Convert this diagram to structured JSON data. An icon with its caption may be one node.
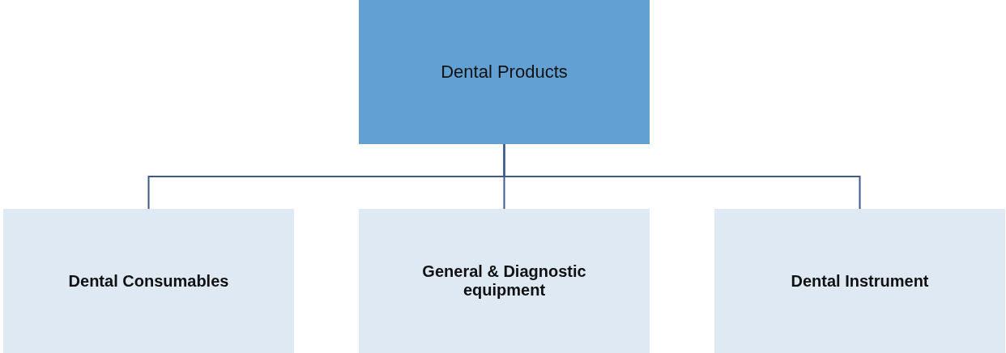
{
  "diagram": {
    "nodes": [
      {
        "text": [
          "Dental Products"
        ]
      },
      {
        "text": [
          "Dental Consumables"
        ]
      },
      {
        "text": [
          "General & Diagnostic equipment"
        ]
      },
      {
        "text": [
          "Dental Instrument"
        ]
      }
    ],
    "edges": [
      {
        "from": 0,
        "to": 1,
        "arrow": "none"
      },
      {
        "from": 0,
        "to": 2,
        "arrow": "none"
      },
      {
        "from": 0,
        "to": 3,
        "arrow": "none"
      }
    ]
  }
}
